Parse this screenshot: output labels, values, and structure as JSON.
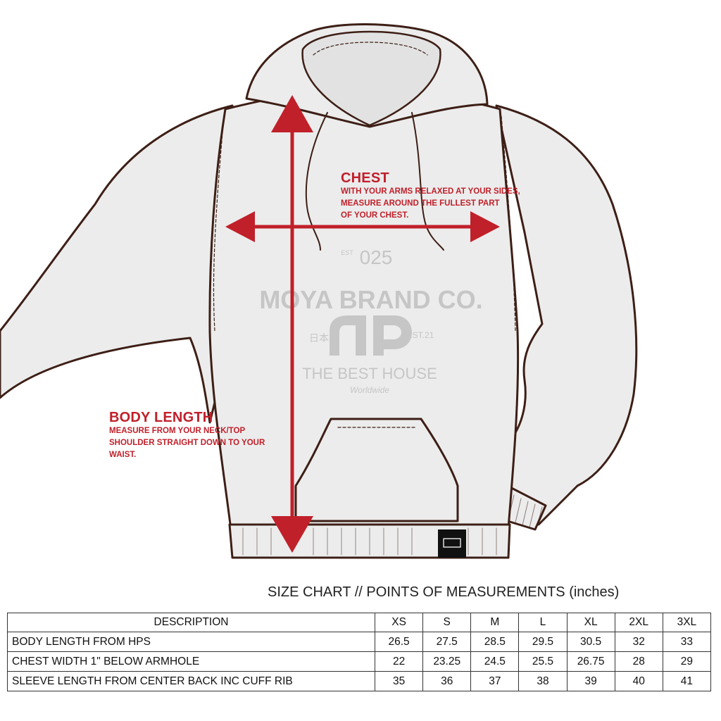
{
  "colors": {
    "outline": "#3d1f16",
    "fabric": "#ececec",
    "accent": "#c0202a",
    "print": "#c6c6c6"
  },
  "print_graphic": {
    "line1_small": "EST",
    "line1_number": "025",
    "brand": "MOYA BRAND CO.",
    "left_mark": "日本",
    "right_mark": "EST.21",
    "tagline": "THE BEST HOUSE",
    "script": "Worldwide"
  },
  "chest": {
    "heading": "CHEST",
    "description": "WITH YOUR ARMS RELAXED AT YOUR SIDES,\nMEASURE AROUND THE FULLEST PART\nOF YOUR CHEST."
  },
  "body_length": {
    "heading": "BODY LENGTH",
    "description": "MEASURE FROM YOUR NECK/TOP\nSHOULDER STRAIGHT DOWN TO YOUR\nWAIST."
  },
  "size_chart": {
    "title": "SIZE CHART // POINTS OF MEASUREMENTS (inches)",
    "header": [
      "DESCRIPTION",
      "XS",
      "S",
      "M",
      "L",
      "XL",
      "2XL",
      "3XL"
    ],
    "rows": [
      [
        "BODY LENGTH FROM HPS",
        "26.5",
        "27.5",
        "28.5",
        "29.5",
        "30.5",
        "32",
        "33"
      ],
      [
        "CHEST WIDTH 1\" BELOW ARMHOLE",
        "22",
        "23.25",
        "24.5",
        "25.5",
        "26.75",
        "28",
        "29"
      ],
      [
        "SLEEVE LENGTH FROM CENTER BACK INC CUFF RIB",
        "35",
        "36",
        "37",
        "38",
        "39",
        "40",
        "41"
      ]
    ]
  }
}
